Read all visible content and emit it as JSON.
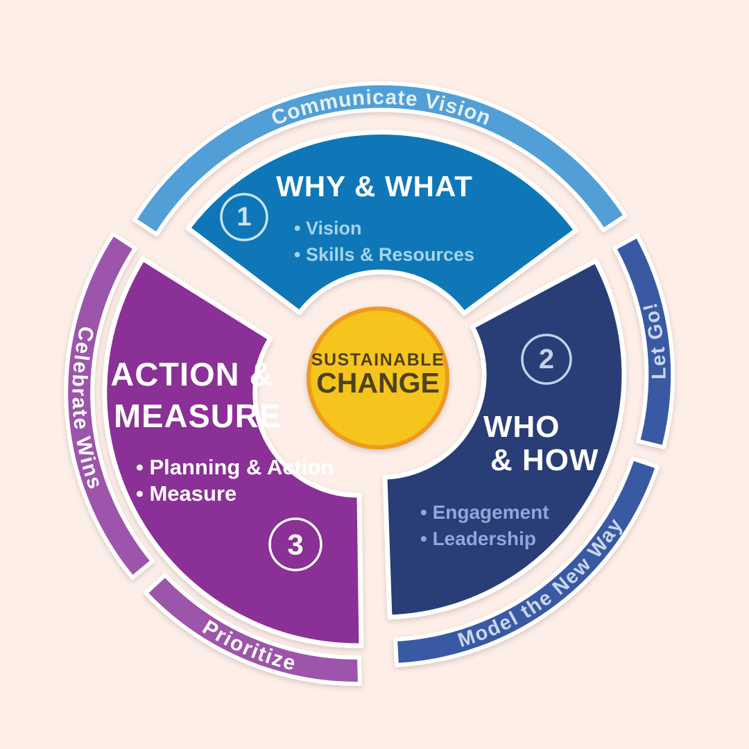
{
  "background": "#fdefe7",
  "center_badge": {
    "line1": "SUSTAINABLE",
    "line2": "CHANGE",
    "fill": "#f6c51d",
    "border": "#ef9a1f",
    "text_color": "#4e421c"
  },
  "sections": [
    {
      "number": "1",
      "title_lines": [
        "WHY & WHAT"
      ],
      "bullets": [
        "• Vision",
        "• Skills & Resources"
      ],
      "ring_labels": [
        "Communicate Vision"
      ],
      "colors": {
        "wedge": "#0f77b7",
        "ring": "#519fd6",
        "bullet_text": "#a6d4ef",
        "accent": "#cde3f3",
        "ring_text": "#e3f1fa"
      }
    },
    {
      "number": "2",
      "title_lines": [
        "WHO",
        "& HOW"
      ],
      "bullets": [
        "• Engagement",
        "• Leadership"
      ],
      "ring_labels": [
        "Let Go!",
        "Model the New Way"
      ],
      "colors": {
        "wedge": "#293d76",
        "ring": "#3a59a3",
        "bullet_text": "#8ea8d8",
        "accent": "#c3d2ea",
        "ring_text": "#c9d7ef"
      }
    },
    {
      "number": "3",
      "title_lines": [
        "ACTION &",
        "MEASURE"
      ],
      "bullets": [
        "• Planning & Action",
        "• Measure"
      ],
      "ring_labels": [
        "Celebrate Wins",
        "Prioritize"
      ],
      "colors": {
        "wedge": "#8a3096",
        "ring": "#9c55ab",
        "bullet_text": "#ffffff",
        "accent": "#ffffff",
        "ring_text": "#ffffff"
      }
    }
  ]
}
